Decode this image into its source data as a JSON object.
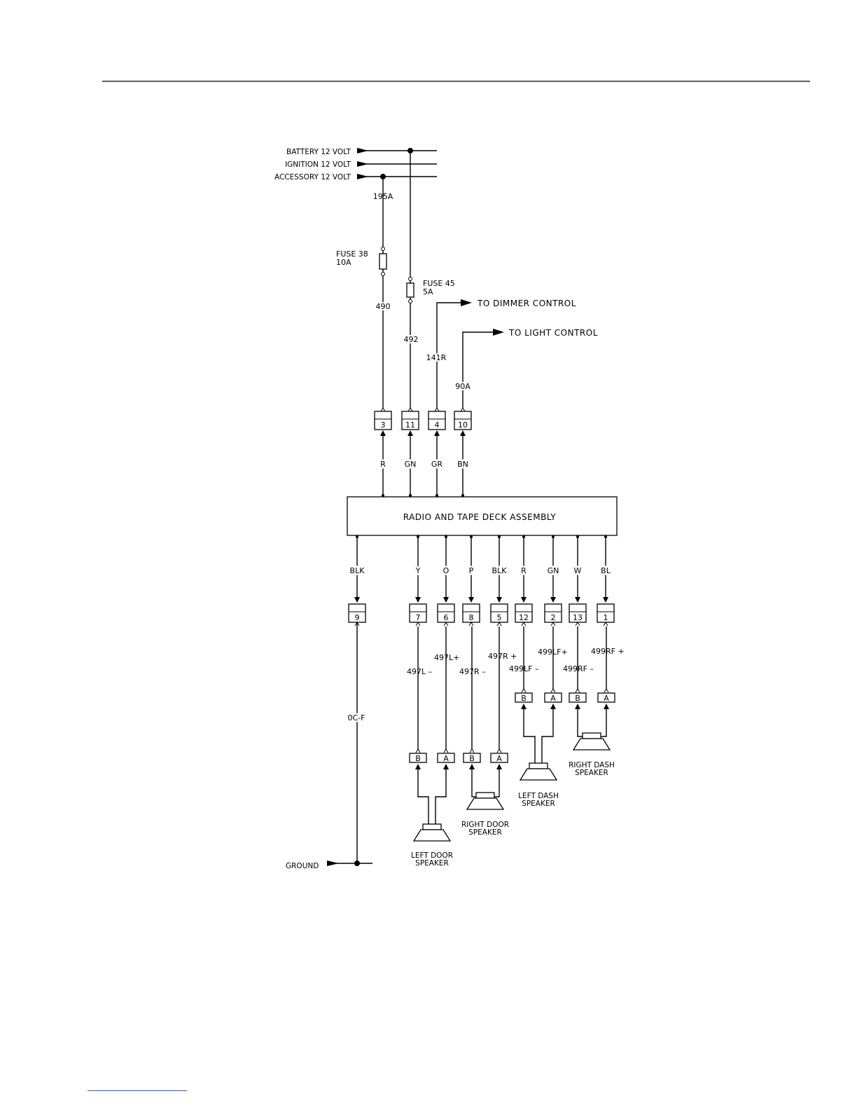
{
  "sources": {
    "battery": "BATTERY 12 VOLT",
    "ignition": "IGNITION 12 VOLT",
    "accessory": "ACCESSORY 12 VOLT"
  },
  "circuits": {
    "c195a": "195A",
    "c490": "490",
    "c492": "492",
    "c141r": "141R",
    "c90a": "90A",
    "c0cf": "0C-F",
    "c497l_minus": "497L –",
    "c497l_plus": "497L+",
    "c497r_minus": "497R –",
    "c497r_plus": "497R +",
    "c499lf_minus": "499LF –",
    "c499lf_plus": "499LF+",
    "c499rf_minus": "499RF –",
    "c499rf_plus": "499RF +"
  },
  "fuses": {
    "fuse38_name": "FUSE 38",
    "fuse38_rating": "10A",
    "fuse45_name": "FUSE 45",
    "fuse45_rating": "5A"
  },
  "destinations": {
    "dimmer": "TO DIMMER CONTROL",
    "light": "TO LIGHT CONTROL"
  },
  "top_pins": [
    "3",
    "11",
    "4",
    "10"
  ],
  "top_colors": [
    "R",
    "GN",
    "GR",
    "BN"
  ],
  "radio_label": "RADIO AND TAPE DECK ASSEMBLY",
  "bottom_colors": [
    "BLK",
    "Y",
    "O",
    "P",
    "BLK",
    "R",
    "GN",
    "W",
    "BL"
  ],
  "bottom_pins": [
    "9",
    "7",
    "6",
    "8",
    "5",
    "12",
    "2",
    "13",
    "1"
  ],
  "speaker_terminals": [
    "B",
    "A",
    "B",
    "A",
    "B",
    "A",
    "B",
    "A"
  ],
  "speakers": {
    "left_door": [
      "LEFT DOOR",
      "SPEAKER"
    ],
    "right_door": [
      "RIGHT DOOR",
      "SPEAKER"
    ],
    "left_dash": [
      "LEFT DASH",
      "SPEAKER"
    ],
    "right_dash": [
      "RIGHT DASH",
      "SPEAKER"
    ]
  },
  "ground": "GROUND"
}
